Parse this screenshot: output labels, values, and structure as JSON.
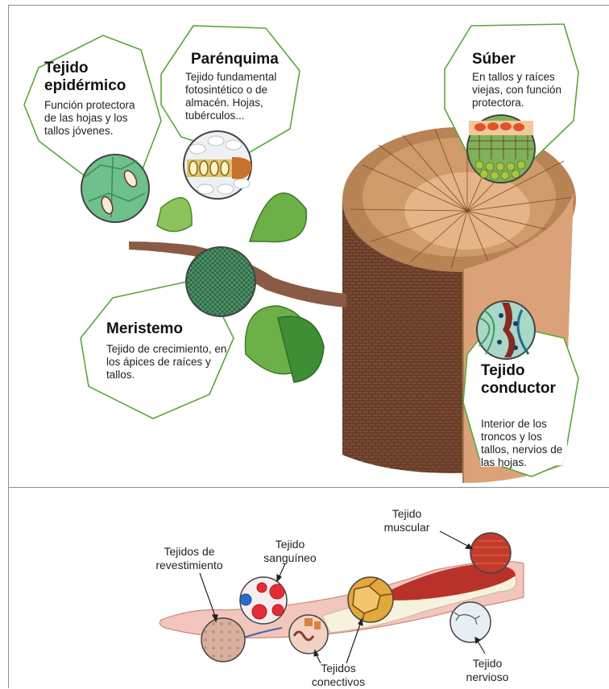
{
  "plant": {
    "epidermico": {
      "title": "Tejido epidérmico",
      "desc": "Función protectora de las hojas y los tallos jóvenes."
    },
    "parenquima": {
      "title": "Parénquima",
      "desc": "Tejido fundamental fotosintético o de almacén. Hojas, tubérculos..."
    },
    "suber": {
      "title": "Súber",
      "desc": "En tallos y raíces viejas, con función protectora."
    },
    "meristemo": {
      "title": "Meristemo",
      "desc": "Tejido de crecimiento, en los ápices de raíces y tallos."
    },
    "conductor": {
      "title": "Tejido conductor",
      "desc": "Interior de los troncos y los tallos, nervios de las hojas."
    }
  },
  "animal": {
    "muscular": "Tejido muscular",
    "revestimiento": "Tejidos de revestimiento",
    "sanguineo": "Tejido sanguíneo",
    "conectivos": "Tejidos conectivos",
    "nervioso": "Tejido nervioso"
  }
}
